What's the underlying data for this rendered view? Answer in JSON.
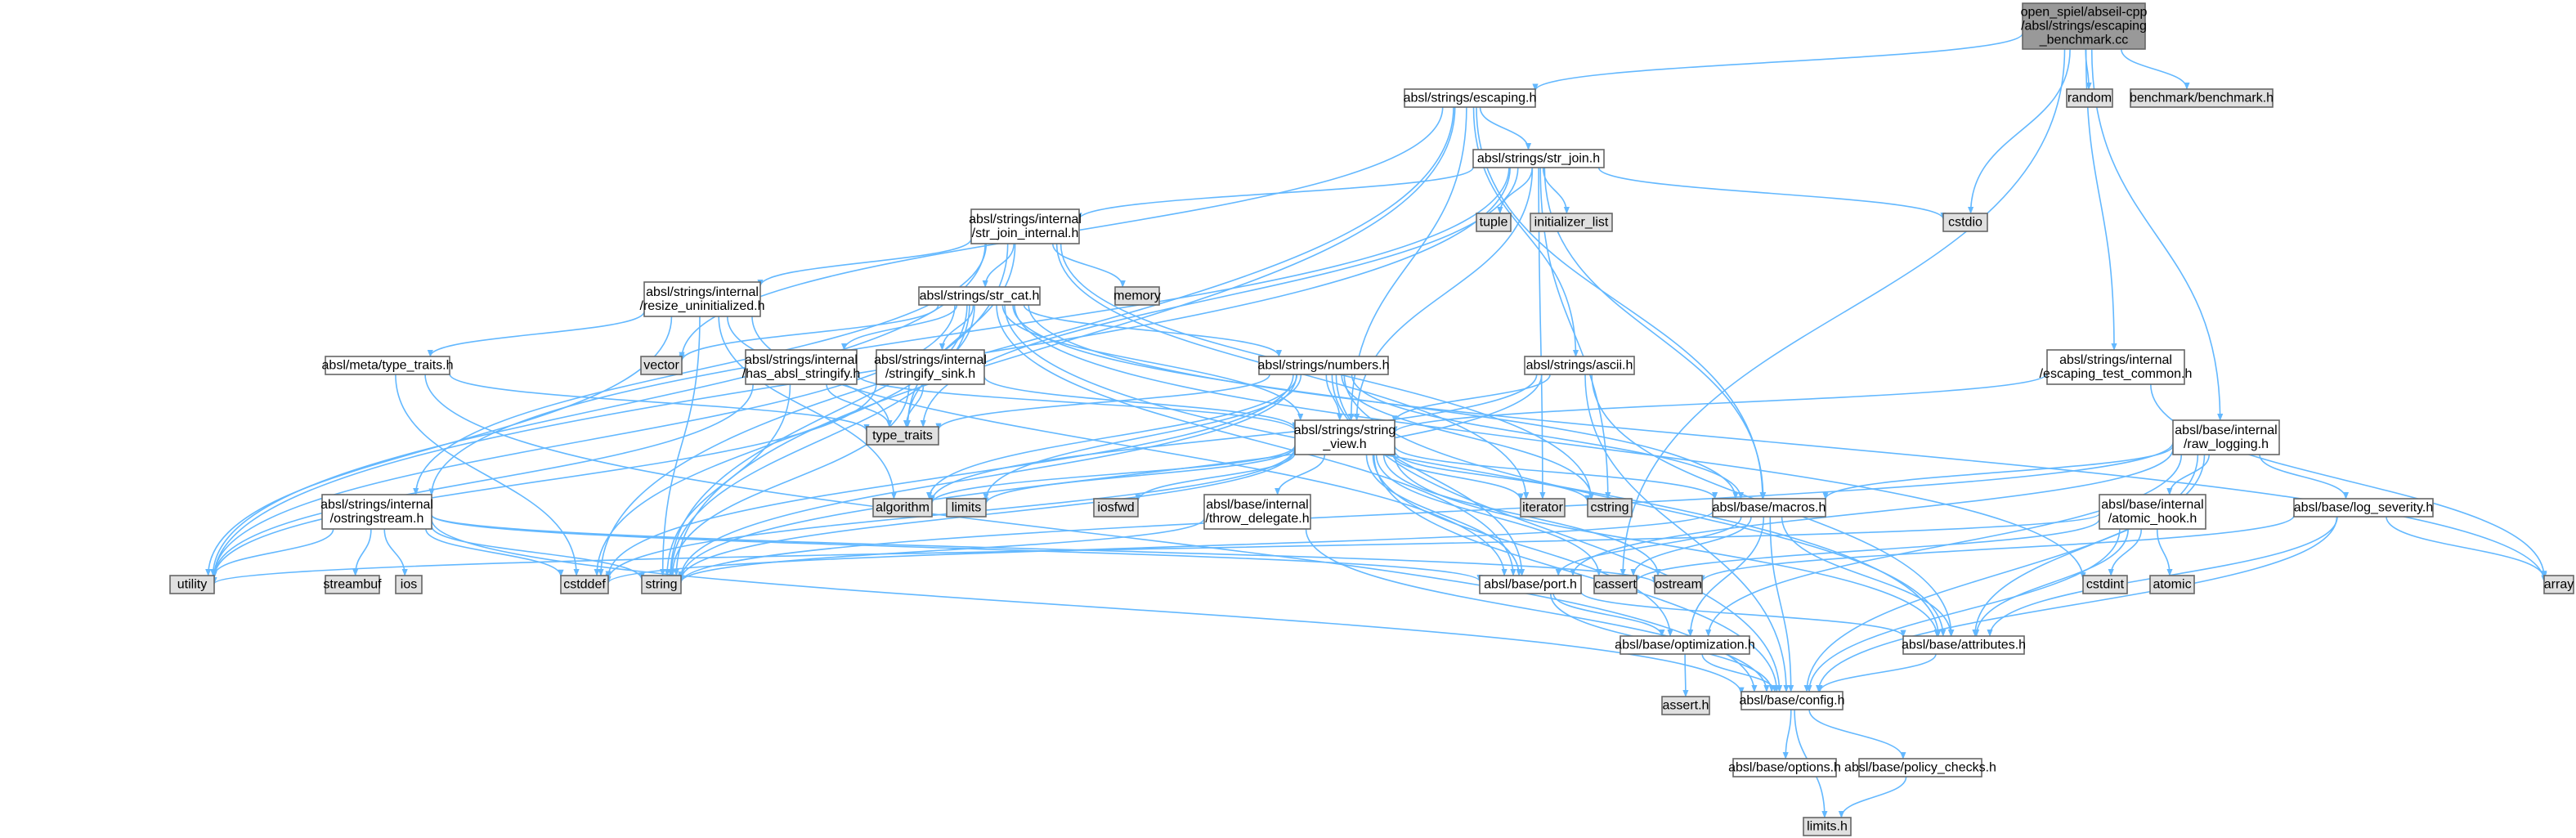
{
  "nodes": [
    {
      "id": "root",
      "label": [
        "open_spiel/abseil-cpp",
        "/absl/strings/escaping",
        "_benchmark.cc"
      ],
      "kind": "root"
    },
    {
      "id": "escaping",
      "label": [
        "absl/strings/escaping.h"
      ],
      "kind": "file"
    },
    {
      "id": "random",
      "label": [
        "random"
      ],
      "kind": "sys"
    },
    {
      "id": "benchmark",
      "label": [
        "benchmark/benchmark.h"
      ],
      "kind": "sys"
    },
    {
      "id": "str_join",
      "label": [
        "absl/strings/str_join.h"
      ],
      "kind": "file"
    },
    {
      "id": "str_join_internal",
      "label": [
        "absl/strings/internal",
        "/str_join_internal.h"
      ],
      "kind": "file"
    },
    {
      "id": "tuple",
      "label": [
        "tuple"
      ],
      "kind": "sys"
    },
    {
      "id": "initializer_list",
      "label": [
        "initializer_list"
      ],
      "kind": "sys"
    },
    {
      "id": "cstdio",
      "label": [
        "cstdio"
      ],
      "kind": "sys"
    },
    {
      "id": "memory",
      "label": [
        "memory"
      ],
      "kind": "sys"
    },
    {
      "id": "resize_uninit",
      "label": [
        "absl/strings/internal",
        "/resize_uninitialized.h"
      ],
      "kind": "file"
    },
    {
      "id": "str_cat",
      "label": [
        "absl/strings/str_cat.h"
      ],
      "kind": "file"
    },
    {
      "id": "type_traits_h",
      "label": [
        "absl/meta/type_traits.h"
      ],
      "kind": "warn"
    },
    {
      "id": "vector",
      "label": [
        "vector"
      ],
      "kind": "sys"
    },
    {
      "id": "has_absl_stringify",
      "label": [
        "absl/strings/internal",
        "/has_absl_stringify.h"
      ],
      "kind": "file"
    },
    {
      "id": "stringify_sink",
      "label": [
        "absl/strings/internal",
        "/stringify_sink.h"
      ],
      "kind": "file"
    },
    {
      "id": "numbers",
      "label": [
        "absl/strings/numbers.h"
      ],
      "kind": "warn"
    },
    {
      "id": "ascii",
      "label": [
        "absl/strings/ascii.h"
      ],
      "kind": "file"
    },
    {
      "id": "escaping_test_common",
      "label": [
        "absl/strings/internal",
        "/escaping_test_common.h"
      ],
      "kind": "file"
    },
    {
      "id": "type_traits",
      "label": [
        "type_traits"
      ],
      "kind": "sys"
    },
    {
      "id": "string_view",
      "label": [
        "absl/strings/string",
        "_view.h"
      ],
      "kind": "file"
    },
    {
      "id": "raw_logging",
      "label": [
        "absl/base/internal",
        "/raw_logging.h"
      ],
      "kind": "file"
    },
    {
      "id": "ostringstream",
      "label": [
        "absl/strings/internal",
        "/ostringstream.h"
      ],
      "kind": "file"
    },
    {
      "id": "algorithm",
      "label": [
        "algorithm"
      ],
      "kind": "sys"
    },
    {
      "id": "limits",
      "label": [
        "limits"
      ],
      "kind": "sys"
    },
    {
      "id": "iosfwd",
      "label": [
        "iosfwd"
      ],
      "kind": "sys"
    },
    {
      "id": "throw_delegate",
      "label": [
        "absl/base/internal",
        "/throw_delegate.h"
      ],
      "kind": "file"
    },
    {
      "id": "iterator",
      "label": [
        "iterator"
      ],
      "kind": "sys"
    },
    {
      "id": "cstring",
      "label": [
        "cstring"
      ],
      "kind": "sys"
    },
    {
      "id": "macros",
      "label": [
        "absl/base/macros.h"
      ],
      "kind": "file"
    },
    {
      "id": "atomic_hook",
      "label": [
        "absl/base/internal",
        "/atomic_hook.h"
      ],
      "kind": "file"
    },
    {
      "id": "log_severity",
      "label": [
        "absl/base/log_severity.h"
      ],
      "kind": "file"
    },
    {
      "id": "utility",
      "label": [
        "utility"
      ],
      "kind": "sys"
    },
    {
      "id": "streambuf",
      "label": [
        "streambuf"
      ],
      "kind": "sys"
    },
    {
      "id": "ios",
      "label": [
        "ios"
      ],
      "kind": "sys"
    },
    {
      "id": "cstddef",
      "label": [
        "cstddef"
      ],
      "kind": "sys"
    },
    {
      "id": "string",
      "label": [
        "string"
      ],
      "kind": "sys"
    },
    {
      "id": "port",
      "label": [
        "absl/base/port.h"
      ],
      "kind": "file"
    },
    {
      "id": "cassert",
      "label": [
        "cassert"
      ],
      "kind": "sys"
    },
    {
      "id": "ostream",
      "label": [
        "ostream"
      ],
      "kind": "sys"
    },
    {
      "id": "cstdint",
      "label": [
        "cstdint"
      ],
      "kind": "sys"
    },
    {
      "id": "atomic",
      "label": [
        "atomic"
      ],
      "kind": "sys"
    },
    {
      "id": "array",
      "label": [
        "array"
      ],
      "kind": "sys"
    },
    {
      "id": "optimization",
      "label": [
        "absl/base/optimization.h"
      ],
      "kind": "file"
    },
    {
      "id": "attributes",
      "label": [
        "absl/base/attributes.h"
      ],
      "kind": "file"
    },
    {
      "id": "assert_h",
      "label": [
        "assert.h"
      ],
      "kind": "sys"
    },
    {
      "id": "config",
      "label": [
        "absl/base/config.h"
      ],
      "kind": "file"
    },
    {
      "id": "options",
      "label": [
        "absl/base/options.h"
      ],
      "kind": "file"
    },
    {
      "id": "policy_checks",
      "label": [
        "absl/base/policy_checks.h"
      ],
      "kind": "file"
    },
    {
      "id": "limits_h",
      "label": [
        "limits.h"
      ],
      "kind": "sys"
    }
  ],
  "edges": [
    [
      "root",
      "escaping"
    ],
    [
      "root",
      "random"
    ],
    [
      "root",
      "benchmark"
    ],
    [
      "root",
      "cstdio"
    ],
    [
      "root",
      "escaping_test_common"
    ],
    [
      "root",
      "raw_logging"
    ],
    [
      "root",
      "cassert"
    ],
    [
      "escaping",
      "str_join"
    ],
    [
      "escaping",
      "ascii"
    ],
    [
      "escaping",
      "string_view"
    ],
    [
      "escaping",
      "macros"
    ],
    [
      "escaping",
      "cstddef"
    ],
    [
      "escaping",
      "string"
    ],
    [
      "escaping",
      "vector"
    ],
    [
      "str_join",
      "str_join_internal"
    ],
    [
      "str_join",
      "tuple"
    ],
    [
      "str_join",
      "initializer_list"
    ],
    [
      "str_join",
      "cstdio"
    ],
    [
      "str_join",
      "string_view"
    ],
    [
      "str_join",
      "macros"
    ],
    [
      "str_join",
      "type_traits"
    ],
    [
      "str_join",
      "utility"
    ],
    [
      "str_join",
      "iterator"
    ],
    [
      "str_join",
      "cstring"
    ],
    [
      "str_join",
      "ostringstream"
    ],
    [
      "str_join_internal",
      "resize_uninit"
    ],
    [
      "str_join_internal",
      "str_cat"
    ],
    [
      "str_join_internal",
      "memory"
    ],
    [
      "str_join_internal",
      "type_traits"
    ],
    [
      "str_join_internal",
      "utility"
    ],
    [
      "str_join_internal",
      "iterator"
    ],
    [
      "str_join_internal",
      "cstring"
    ],
    [
      "str_join_internal",
      "string"
    ],
    [
      "str_join_internal",
      "ostringstream"
    ],
    [
      "resize_uninit",
      "type_traits_h"
    ],
    [
      "resize_uninit",
      "port"
    ],
    [
      "resize_uninit",
      "algorithm"
    ],
    [
      "resize_uninit",
      "string"
    ],
    [
      "resize_uninit",
      "type_traits"
    ],
    [
      "resize_uninit",
      "utility"
    ],
    [
      "str_cat",
      "has_absl_stringify"
    ],
    [
      "str_cat",
      "stringify_sink"
    ],
    [
      "str_cat",
      "numbers"
    ],
    [
      "str_cat",
      "string_view"
    ],
    [
      "str_cat",
      "port"
    ],
    [
      "str_cat",
      "vector"
    ],
    [
      "str_cat",
      "type_traits"
    ],
    [
      "str_cat",
      "utility"
    ],
    [
      "str_cat",
      "string"
    ],
    [
      "str_cat",
      "array"
    ],
    [
      "str_cat",
      "cstdint"
    ],
    [
      "str_cat",
      "attributes"
    ],
    [
      "str_cat",
      "macros"
    ],
    [
      "str_cat",
      "cstddef"
    ],
    [
      "type_traits_h",
      "type_traits"
    ],
    [
      "type_traits_h",
      "cstddef"
    ],
    [
      "type_traits_h",
      "config"
    ],
    [
      "has_absl_stringify",
      "type_traits"
    ],
    [
      "has_absl_stringify",
      "string"
    ],
    [
      "has_absl_stringify",
      "utility"
    ],
    [
      "has_absl_stringify",
      "string_view"
    ],
    [
      "stringify_sink",
      "string"
    ],
    [
      "stringify_sink",
      "type_traits"
    ],
    [
      "stringify_sink",
      "utility"
    ],
    [
      "stringify_sink",
      "string_view"
    ],
    [
      "numbers",
      "string_view"
    ],
    [
      "numbers",
      "type_traits"
    ],
    [
      "numbers",
      "port"
    ],
    [
      "numbers",
      "macros"
    ],
    [
      "numbers",
      "attributes"
    ],
    [
      "numbers",
      "config"
    ],
    [
      "numbers",
      "cstring"
    ],
    [
      "numbers",
      "limits"
    ],
    [
      "numbers",
      "string"
    ],
    [
      "numbers",
      "cstddef"
    ],
    [
      "numbers",
      "algorithm"
    ],
    [
      "ascii",
      "string_view"
    ],
    [
      "ascii",
      "attributes"
    ],
    [
      "ascii",
      "config"
    ],
    [
      "ascii",
      "algorithm"
    ],
    [
      "ascii",
      "string"
    ],
    [
      "escaping_test_common",
      "string_view"
    ],
    [
      "escaping_test_common",
      "array"
    ],
    [
      "string_view",
      "algorithm"
    ],
    [
      "string_view",
      "limits"
    ],
    [
      "string_view",
      "iosfwd"
    ],
    [
      "string_view",
      "throw_delegate"
    ],
    [
      "string_view",
      "iterator"
    ],
    [
      "string_view",
      "cstring"
    ],
    [
      "string_view",
      "macros"
    ],
    [
      "string_view",
      "port"
    ],
    [
      "string_view",
      "attributes"
    ],
    [
      "string_view",
      "config"
    ],
    [
      "string_view",
      "optimization"
    ],
    [
      "string_view",
      "cassert"
    ],
    [
      "string_view",
      "cstddef"
    ],
    [
      "string_view",
      "string"
    ],
    [
      "string_view",
      "ostream"
    ],
    [
      "raw_logging",
      "atomic_hook"
    ],
    [
      "raw_logging",
      "log_severity"
    ],
    [
      "raw_logging",
      "macros"
    ],
    [
      "raw_logging",
      "port"
    ],
    [
      "raw_logging",
      "attributes"
    ],
    [
      "raw_logging",
      "config"
    ],
    [
      "raw_logging",
      "optimization"
    ],
    [
      "raw_logging",
      "string"
    ],
    [
      "ostringstream",
      "utility"
    ],
    [
      "ostringstream",
      "streambuf"
    ],
    [
      "ostringstream",
      "ios"
    ],
    [
      "ostringstream",
      "cstddef"
    ],
    [
      "ostringstream",
      "string"
    ],
    [
      "ostringstream",
      "port"
    ],
    [
      "ostringstream",
      "ostream"
    ],
    [
      "ostringstream",
      "config"
    ],
    [
      "throw_delegate",
      "string"
    ],
    [
      "throw_delegate",
      "config"
    ],
    [
      "macros",
      "cassert"
    ],
    [
      "macros",
      "cstddef"
    ],
    [
      "macros",
      "attributes"
    ],
    [
      "macros",
      "config"
    ],
    [
      "macros",
      "optimization"
    ],
    [
      "macros",
      "port"
    ],
    [
      "atomic_hook",
      "atomic"
    ],
    [
      "atomic_hook",
      "cassert"
    ],
    [
      "atomic_hook",
      "cstdint"
    ],
    [
      "atomic_hook",
      "utility"
    ],
    [
      "atomic_hook",
      "attributes"
    ],
    [
      "atomic_hook",
      "config"
    ],
    [
      "log_severity",
      "array"
    ],
    [
      "log_severity",
      "ostream"
    ],
    [
      "log_severity",
      "attributes"
    ],
    [
      "log_severity",
      "config"
    ],
    [
      "port",
      "attributes"
    ],
    [
      "port",
      "config"
    ],
    [
      "port",
      "optimization"
    ],
    [
      "optimization",
      "assert_h"
    ],
    [
      "optimization",
      "config"
    ],
    [
      "attributes",
      "config"
    ],
    [
      "config",
      "options"
    ],
    [
      "config",
      "policy_checks"
    ],
    [
      "config",
      "limits_h"
    ],
    [
      "policy_checks",
      "limits_h"
    ]
  ],
  "colors": {
    "edge": "#63b8ff",
    "root_fill": "#999999",
    "file_fill": "#ffffff",
    "file_border": "#666666",
    "sys_fill": "#e0e0e0",
    "sys_border": "#999999",
    "warn_border": "#ff0000"
  }
}
